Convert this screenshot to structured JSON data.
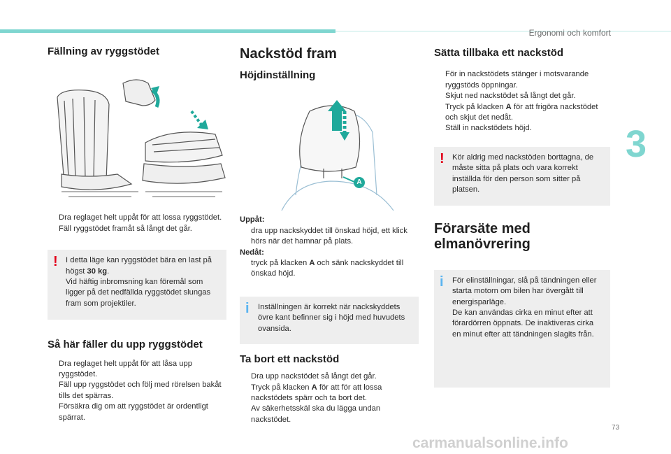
{
  "header": {
    "section": "Ergonomi och komfort",
    "chapter": "3",
    "page": "73",
    "watermark": "carmanualsonline.info"
  },
  "col1": {
    "title": "Fällning av ryggstödet",
    "steps": [
      "Dra reglaget helt uppåt för att lossa ryggstödet.",
      "Fäll ryggstödet framåt så långt det går."
    ],
    "warning_line1": "I detta läge kan ryggstödet bära en last på högst ",
    "warning_bold": "30 kg",
    "warning_line2": ".",
    "warning_line3": "Vid häftig inbromsning kan föremål som ligger på det nedfällda ryggstödet slungas fram som projektiler.",
    "title2": "Så här fäller du upp ryggstödet",
    "steps2": [
      "Dra reglaget helt uppåt för att låsa upp ryggstödet.",
      "Fäll upp ryggstödet och följ med rörelsen bakåt tills det spärras.",
      "Försäkra dig om att ryggstödet är ordentligt spärrat."
    ]
  },
  "col2": {
    "title": "Nackstöd fram",
    "subtitle": "Höjdinställning",
    "label_a": "A",
    "up_label": "Uppåt:",
    "up_step": "dra upp nackskyddet till önskad höjd, ett klick hörs när det hamnar på plats.",
    "down_label": "Nedåt:",
    "down_step_pre": "tryck på klacken ",
    "down_step_bold": "A",
    "down_step_post": " och sänk nackskyddet till önskad höjd.",
    "info": "Inställningen är korrekt när nackskyddets övre kant befinner sig i höjd med huvudets ovansida.",
    "title2": "Ta bort ett nackstöd",
    "steps2_1": "Dra upp nackstödet så långt det går.",
    "steps2_2_pre": "Tryck på klacken ",
    "steps2_2_bold": "A",
    "steps2_2_post": " för att för att lossa nackstödets spärr och ta bort det.",
    "steps2_3": "Av säkerhetsskäl ska du lägga undan nackstödet."
  },
  "col3": {
    "title": "Sätta tillbaka ett nackstöd",
    "step1": "För in nackstödets stänger i motsvarande ryggstöds öppningar.",
    "step2": "Skjut ned nackstödet så långt det går.",
    "step3_pre": "Tryck på klacken ",
    "step3_bold": "A",
    "step3_post": " för att frigöra nackstödet och skjut det nedåt.",
    "step4": "Ställ in nackstödets höjd.",
    "warning": "Kör aldrig med nackstöden borttagna, de måste sitta på plats och vara korrekt inställda för den person som sitter på platsen.",
    "title2": "Förarsäte med elmanövrering",
    "info_1": "För elinställningar, slå på tändningen eller starta motorn om bilen har övergått till energisparläge.",
    "info_2": "De kan användas cirka en minut efter att förardörren öppnats. De inaktiveras cirka en minut efter att tändningen slagits från."
  },
  "bullet": "",
  "warn_icon": "!",
  "info_icon": "i",
  "colors": {
    "accent": "#7fd6d0",
    "warning": "#e2001a",
    "info": "#5ab4f0",
    "box": "#eeeeee",
    "arrow": "#1fa99b"
  }
}
